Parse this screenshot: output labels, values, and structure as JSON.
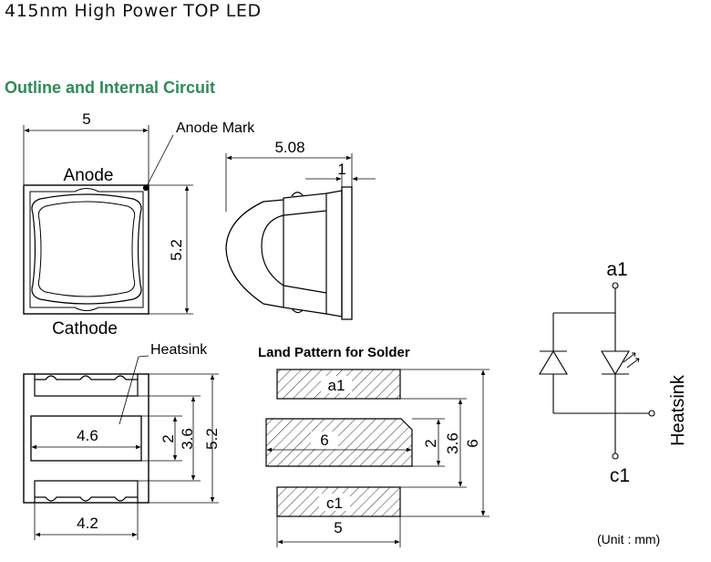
{
  "header": {
    "title": "415nm High Power TOP LED"
  },
  "section": {
    "title": "Outline and Internal Circuit"
  },
  "top_view": {
    "width_dim": "5",
    "height_dim": "5.2",
    "anode_mark_label": "Anode Mark",
    "anode_label": "Anode",
    "cathode_label": "Cathode"
  },
  "side_view": {
    "length_dim": "5.08",
    "lens_dim": "1"
  },
  "bottom_view": {
    "heatsink_label": "Heatsink",
    "heatsink_width_dim": "4.6",
    "pad_width_dim": "4.2",
    "heatsink_height_dim": "2",
    "inner_height_dim": "3.6",
    "total_height_dim": "5.2"
  },
  "land_pattern": {
    "title": "Land Pattern for Solder",
    "pad_a1_label": "a1",
    "pad_center_label": "6",
    "pad_c1_label": "c1",
    "center_height_dim": "2",
    "inner_height_dim": "3.6",
    "total_height_dim": "6",
    "width_dim": "5"
  },
  "circuit": {
    "anode_label": "a1",
    "cathode_label": "c1",
    "heatsink_label": "Heatsink"
  },
  "footer": {
    "unit_note": "(Unit : mm)"
  }
}
